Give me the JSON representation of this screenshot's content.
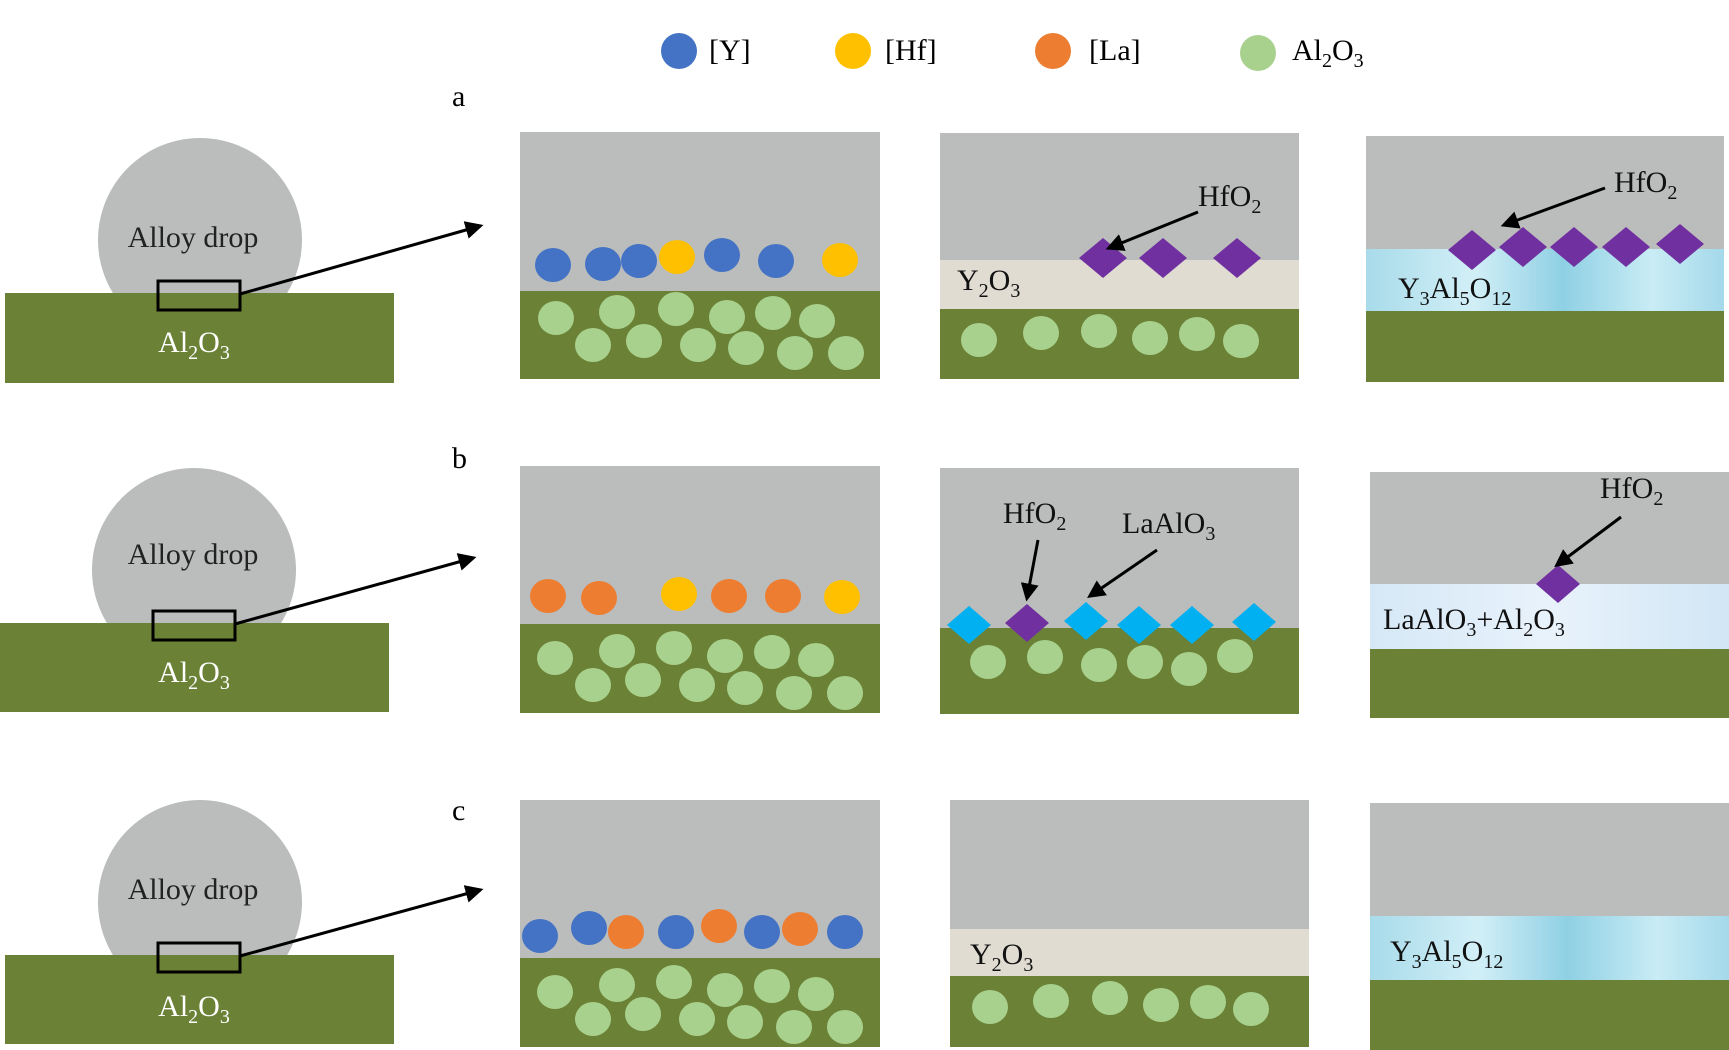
{
  "colors": {
    "background": "#ffffff",
    "alloy_gray": "#bbbcbc",
    "substrate_green": "#6b8236",
    "al2o3_particle": "#a9d18e",
    "y_atom": "#4472c4",
    "hf_atom": "#ffc000",
    "la_atom": "#ed7d31",
    "hfo2_diamond": "#7030a0",
    "laalo3_diamond": "#00b0f0",
    "y2o3_layer": "#e0dcd2",
    "yag_layer": "#b6e0ee",
    "laalo3_al2o3_layer": "#dceaf7",
    "arrow": "#000000"
  },
  "legend": [
    {
      "label": "[Y]",
      "color": "#4472c4"
    },
    {
      "label": "[Hf]",
      "color": "#ffc000"
    },
    {
      "label": "[La]",
      "color": "#ed7d31"
    },
    {
      "label": "Al",
      "sub1": "2",
      "mid": "O",
      "sub2": "3",
      "color": "#a9d18e"
    }
  ],
  "rows": [
    {
      "letter": "a",
      "drop_label": "Alloy drop",
      "substrate_label": {
        "a": "Al",
        "s1": "2",
        "b": "O",
        "s2": "3"
      },
      "panel1_atoms": [
        "Y",
        "Y",
        "Y",
        "Hf",
        "Y",
        "Y",
        "Hf"
      ],
      "panel2": {
        "layer_label": {
          "a": "Y",
          "s1": "2",
          "b": "O",
          "s2": "3"
        },
        "callout": {
          "a": "HfO",
          "s1": "2"
        }
      },
      "panel3": {
        "layer_label": {
          "a": "Y",
          "s1": "3",
          "b": "Al",
          "s2": "5",
          "c": "O",
          "s3": "12"
        },
        "callout": {
          "a": "HfO",
          "s1": "2"
        }
      }
    },
    {
      "letter": "b",
      "drop_label": "Alloy drop",
      "substrate_label": {
        "a": "Al",
        "s1": "2",
        "b": "O",
        "s2": "3"
      },
      "panel1_atoms": [
        "La",
        "La",
        "Hf",
        "La",
        "La",
        "Hf"
      ],
      "panel2": {
        "callout_hfo2": {
          "a": "HfO",
          "s1": "2"
        },
        "callout_laalo3": {
          "a": "LaAlO",
          "s1": "3"
        }
      },
      "panel3": {
        "layer_label": {
          "a": "LaAlO",
          "s1": "3",
          "b": "+Al",
          "s2": "2",
          "c": "O",
          "s3": "3"
        },
        "callout": {
          "a": "HfO",
          "s1": "2"
        }
      }
    },
    {
      "letter": "c",
      "drop_label": "Alloy drop",
      "substrate_label": {
        "a": "Al",
        "s1": "2",
        "b": "O",
        "s2": "3"
      },
      "panel1_atoms": [
        "Y",
        "Y",
        "La",
        "Y",
        "La",
        "Y",
        "La",
        "Y"
      ],
      "panel2": {
        "layer_label": {
          "a": "Y",
          "s1": "2",
          "b": "O",
          "s2": "3"
        }
      },
      "panel3": {
        "layer_label": {
          "a": "Y",
          "s1": "3",
          "b": "Al",
          "s2": "5",
          "c": "O",
          "s3": "12"
        }
      }
    }
  ]
}
